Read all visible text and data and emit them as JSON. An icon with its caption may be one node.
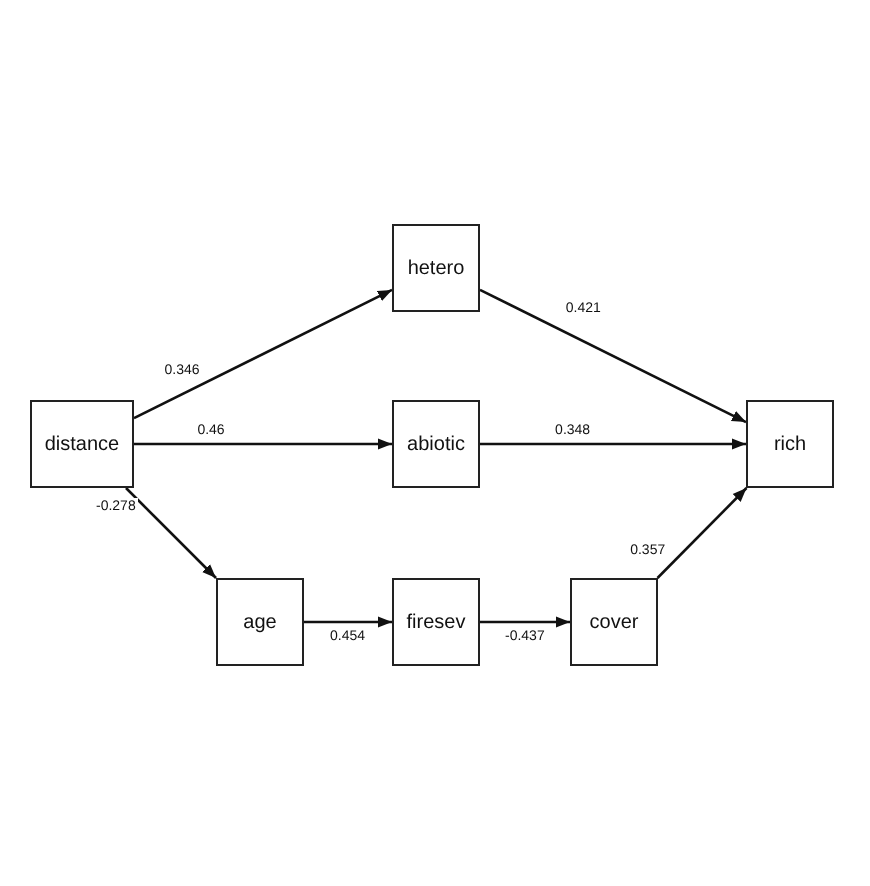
{
  "diagram": {
    "nodes": [
      {
        "text": [
          "distance"
        ]
      },
      {
        "text": [
          "hetero"
        ]
      },
      {
        "text": [
          "abiotic"
        ]
      },
      {
        "text": [
          "rich"
        ]
      },
      {
        "text": [
          "age"
        ]
      },
      {
        "text": [
          "firesev"
        ]
      },
      {
        "text": [
          "cover"
        ]
      }
    ],
    "edges": [
      {
        "from": 0,
        "to": 1,
        "arrow": "to",
        "label": "0.346"
      },
      {
        "from": 0,
        "to": 2,
        "arrow": "to",
        "label": "0.46"
      },
      {
        "from": 0,
        "to": 4,
        "arrow": "to",
        "label": "-0.278"
      },
      {
        "from": 1,
        "to": 3,
        "arrow": "to",
        "label": "0.421"
      },
      {
        "from": 2,
        "to": 3,
        "arrow": "to",
        "label": "0.348"
      },
      {
        "from": 4,
        "to": 5,
        "arrow": "to",
        "label": "0.454"
      },
      {
        "from": 5,
        "to": 6,
        "arrow": "to",
        "label": "-0.437"
      },
      {
        "from": 6,
        "to": 3,
        "arrow": "to",
        "label": "0.357"
      }
    ]
  }
}
